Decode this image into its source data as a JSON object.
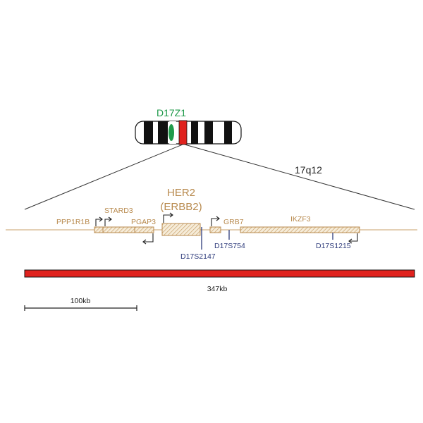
{
  "centromere_probe": "D17Z1",
  "band": "17q12",
  "genes": {
    "ppp1r1b": "PPP1R1B",
    "stard3": "STARD3",
    "pgap3": "PGAP3",
    "her2": "HER2",
    "erbb2": "(ERBB2)",
    "grb7": "GRB7",
    "ikzf3": "IKZF3"
  },
  "markers": {
    "d17s2147": "D17S2147",
    "d17s754": "D17S754",
    "d17s1215": "D17S1215"
  },
  "probe_size": "347kb",
  "scale_bar": "100kb",
  "colors": {
    "gene": "#c9a26b",
    "gene_text": "#b88a4e",
    "marker": "#2d3a7a",
    "probe": "#e0221e",
    "centromere": "#1f9a4a",
    "band_black": "#111111"
  }
}
